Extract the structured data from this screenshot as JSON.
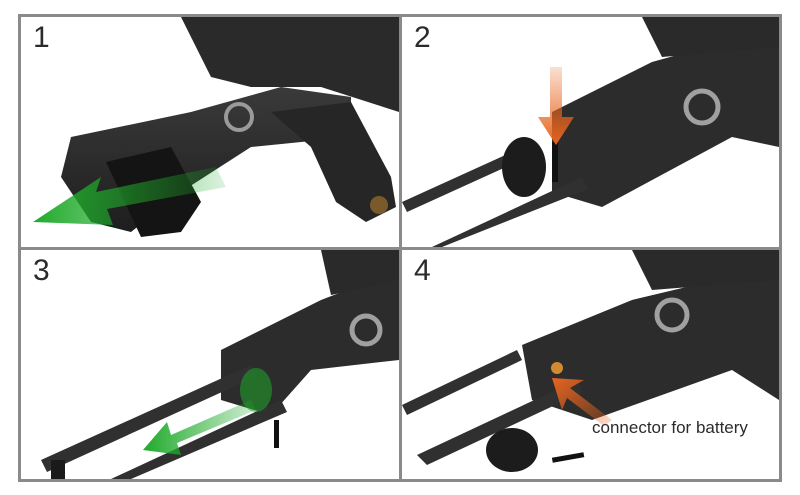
{
  "steps": [
    {
      "number": "1"
    },
    {
      "number": "2"
    },
    {
      "number": "3"
    },
    {
      "number": "4",
      "caption": "connector for battery"
    }
  ],
  "colors": {
    "green_arrow": "#1faa2a",
    "orange_arrow": "#e8641e",
    "metal": "#2c2c2c",
    "frame": "#8a8a8a"
  },
  "icons": {
    "step1": "remove-endcap-arrow",
    "step2": "push-pin-arrow",
    "step3": "slide-out-arrow",
    "step4": "connector-pointer-arrow"
  }
}
